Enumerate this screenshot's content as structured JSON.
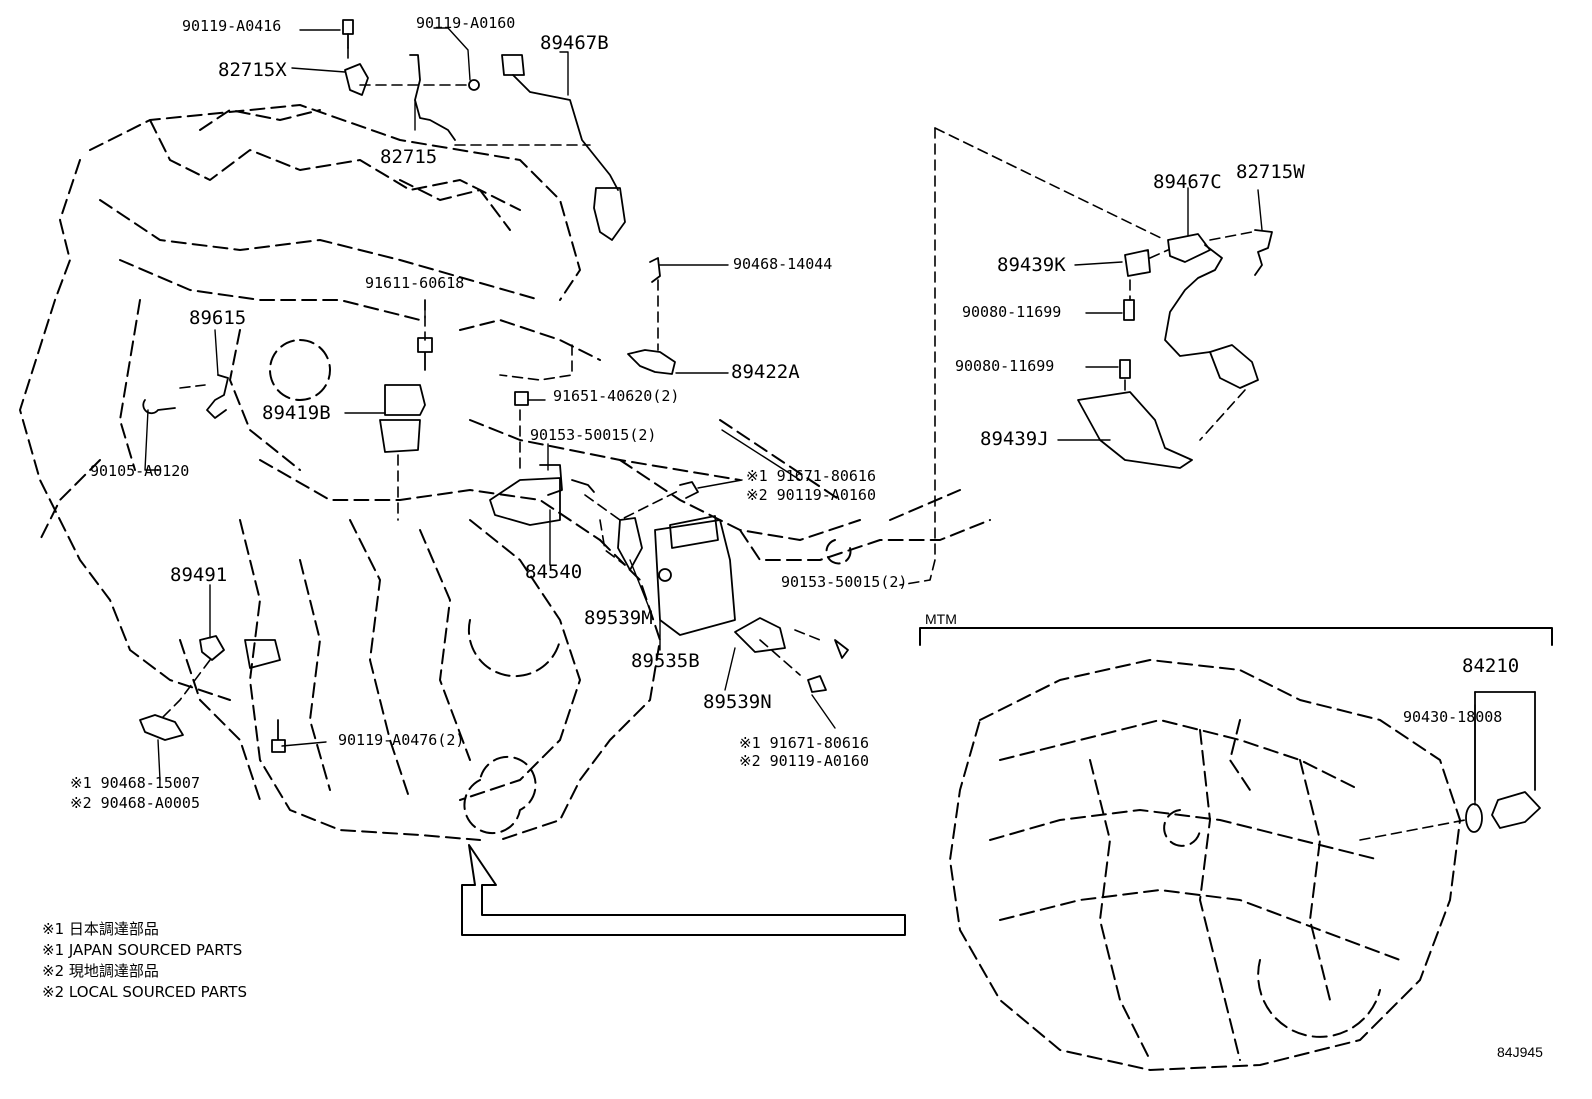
{
  "labels": {
    "p90119_A0416": "90119-A0416",
    "p90119_A0160_top": "90119-A0160",
    "p89467B": "89467B",
    "p82715X": "82715X",
    "p82715": "82715",
    "p89467C": "89467C",
    "p82715W": "82715W",
    "p89439K": "89439K",
    "p90080_11699_a": "90080-11699",
    "p90080_11699_b": "90080-11699",
    "p89439J": "89439J",
    "p90468_14044": "90468-14044",
    "p91611_60618": "91611-60618",
    "p89615": "89615",
    "p89422A": "89422A",
    "p89419B": "89419B",
    "p91651_40620": "91651-40620(2)",
    "p90153_50015_a": "90153-50015(2)",
    "p91671_80616_a": "※1 91671-80616",
    "p90119_A0160_a": "※2 90119-A0160",
    "p90105_A0120": "90105-A0120",
    "p84540": "84540",
    "p89491": "89491",
    "p90153_50015_b": "90153-50015(2)",
    "p89539M": "89539M",
    "p89535B": "89535B",
    "p89539N": "89539N",
    "p90119_A0476": "90119-A0476(2)",
    "p91671_80616_b": "※1 91671-80616",
    "p90119_A0160_b": "※2 90119-A0160",
    "p90468_15007": "※1 90468-15007",
    "p90468_A0005": "※2 90468-A0005",
    "p84210": "84210",
    "p90430_18008": "90430-18008"
  },
  "section_label": "MTM",
  "notes": [
    "※1 日本調達部品",
    "※1 JAPAN SOURCED PARTS",
    "※2 現地調達部品",
    "※2 LOCAL SOURCED PARTS"
  ],
  "diagram_code": "84J945"
}
